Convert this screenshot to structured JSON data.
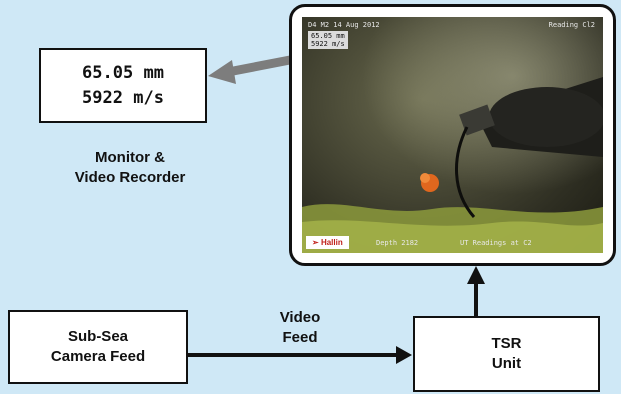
{
  "readout": {
    "thickness": "65.05 mm",
    "velocity": "5922 m/s"
  },
  "monitor_label": [
    "Monitor &",
    "Video Recorder"
  ],
  "subsea_label": [
    "Sub-Sea",
    "Camera Feed"
  ],
  "tsr_label": [
    "TSR",
    "Unit"
  ],
  "video_feed_label": [
    "Video",
    "Feed"
  ],
  "screen_osd": {
    "top_left": "D4 M2 14 Aug 2012",
    "top_right": "Reading  Cl2",
    "box_line1": "65.05  mm",
    "box_line2": " 5922  m/s",
    "logo": "Hallin",
    "bottom_mid": "Depth   2182",
    "bottom_right": "UT Readings at C2"
  },
  "colors": {
    "background": "#cfe8f6",
    "arrow": "#111111",
    "grey_arrow": "#7d7d7d"
  }
}
